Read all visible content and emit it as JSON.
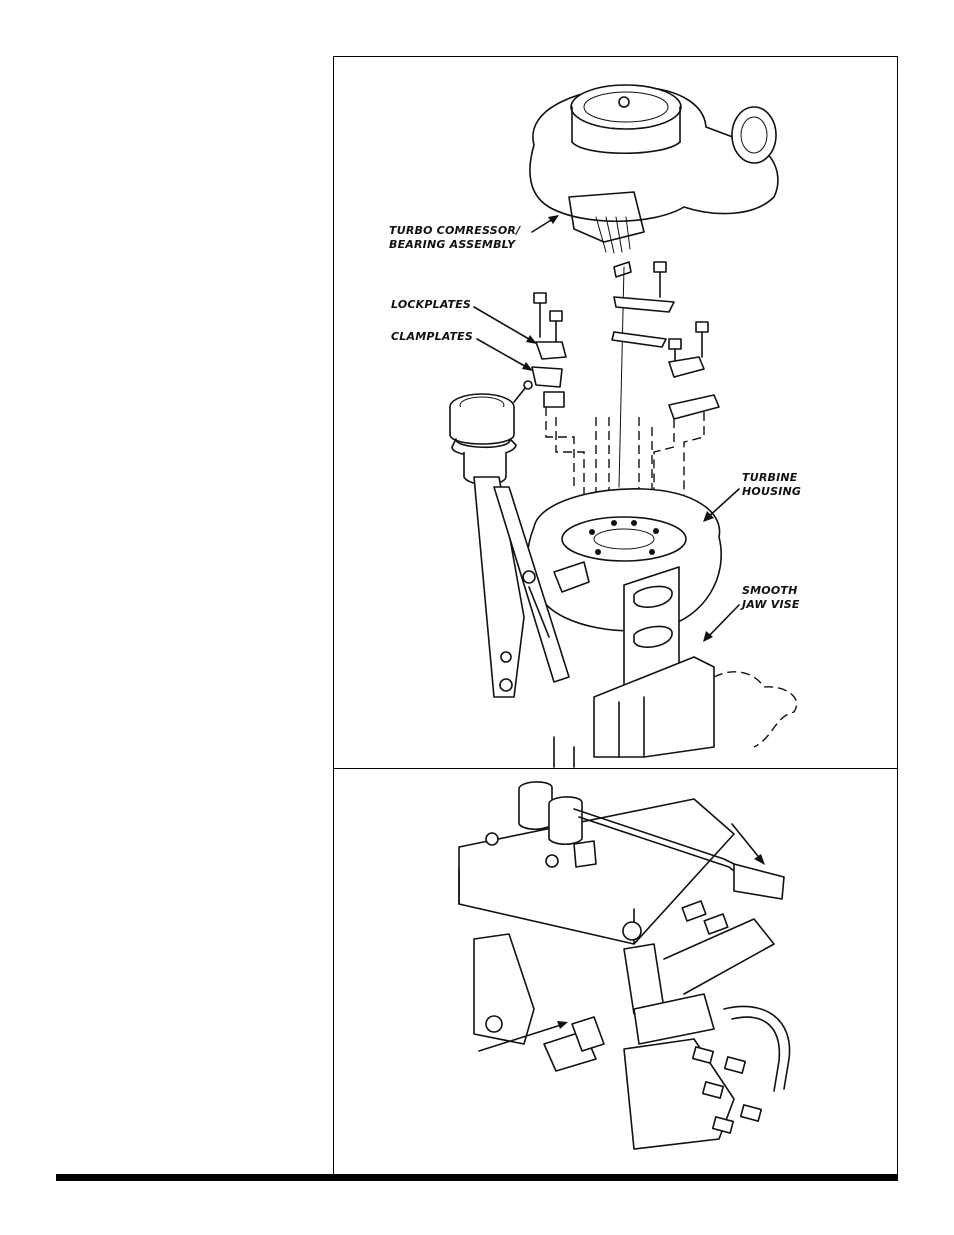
{
  "figure_top": {
    "labels": {
      "turbo_line1": "TURBO COMRESSOR/",
      "turbo_line2": "BEARING ASSEMBLY",
      "lockplates": "LOCKPLATES",
      "clamplates": "CLAMPLATES",
      "turbine_line1": "TURBINE",
      "turbine_line2": "HOUSING",
      "vise_line1": "SMOOTH",
      "vise_line2": "JAW VISE"
    }
  },
  "figure_bottom": {
    "labels": []
  }
}
